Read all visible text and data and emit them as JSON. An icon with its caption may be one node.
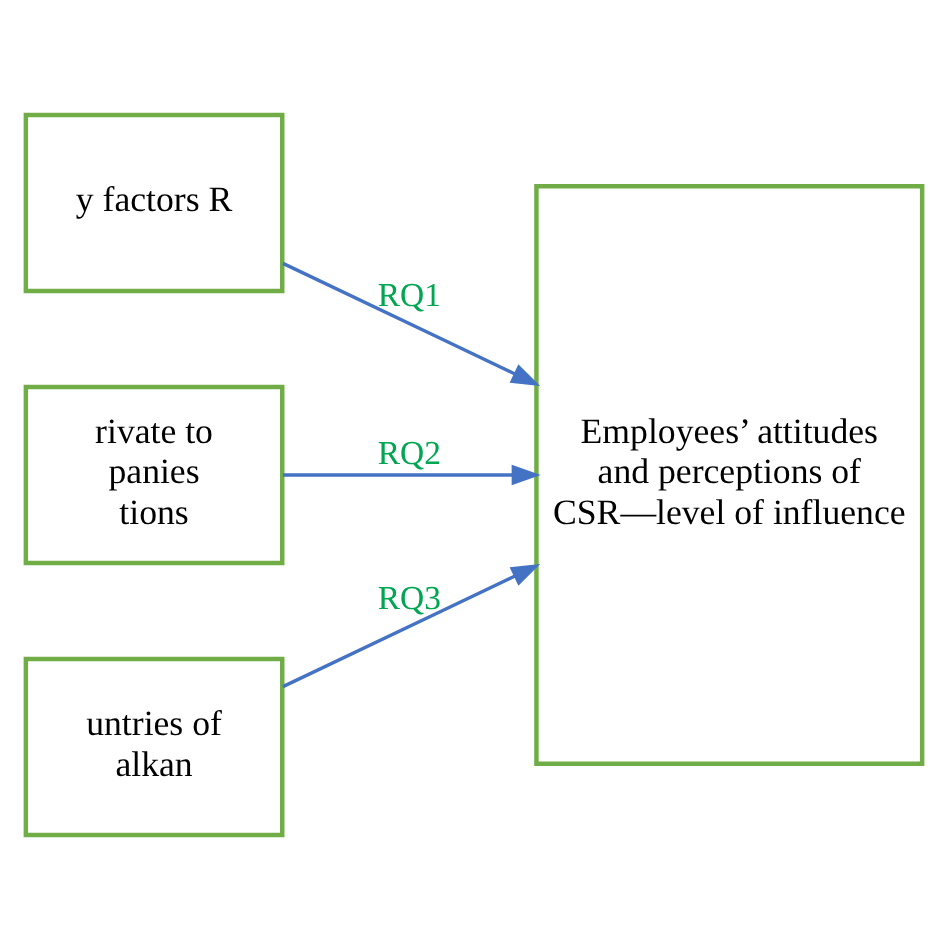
{
  "diagram": {
    "nodes": [
      {
        "text": [
          "y factors R"
        ]
      },
      {
        "text": [
          "rivate to panies tions"
        ]
      },
      {
        "text": [
          "untries of alkan"
        ]
      },
      {
        "text": [
          "Employees’ attitudes and perceptions of CSR—level of influence"
        ]
      }
    ],
    "edges": [
      {
        "from": 0,
        "to": 3,
        "arrow": "to",
        "label": "RQ1"
      },
      {
        "from": 1,
        "to": 3,
        "arrow": "to",
        "label": "RQ2"
      },
      {
        "from": 2,
        "to": 3,
        "arrow": "to",
        "label": "RQ3"
      }
    ]
  }
}
